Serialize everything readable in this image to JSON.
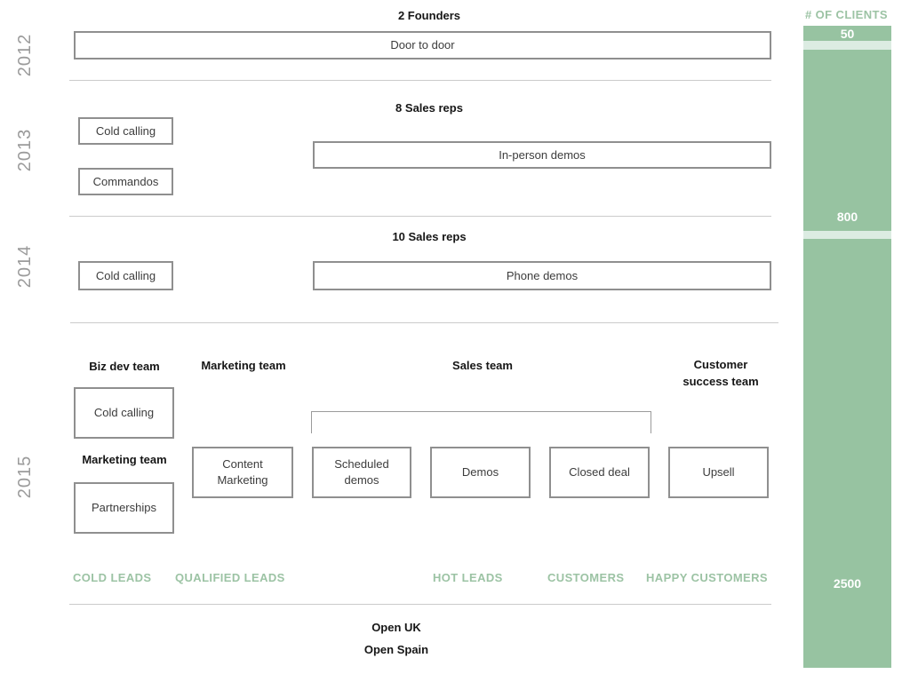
{
  "colors": {
    "bar_green": "#97c3a1",
    "bar_gap_green": "#dcece2",
    "label_green": "#9cc3a4",
    "box_border_gray": "#8f8f8f",
    "year_gray": "#9b9b9b",
    "divider_gray": "#cbcbcb"
  },
  "years": {
    "y2012": "2012",
    "y2013": "2013",
    "y2014": "2014",
    "y2015": "2015"
  },
  "sections": {
    "y2012": {
      "heading": "2 Founders",
      "boxes": {
        "door_to_door": "Door to door"
      }
    },
    "y2013": {
      "heading": "8 Sales reps",
      "boxes": {
        "cold_calling": "Cold calling",
        "commandos": "Commandos",
        "in_person_demos": "In-person demos"
      }
    },
    "y2014": {
      "heading": "10 Sales reps",
      "boxes": {
        "cold_calling": "Cold calling",
        "phone_demos": "Phone demos"
      }
    },
    "y2015": {
      "team_headings": {
        "biz_dev": "Biz dev team",
        "marketing_top": "Marketing team",
        "sales": "Sales team",
        "customer_success": "Customer success team"
      },
      "marketing_sub_heading": "Marketing team",
      "boxes": {
        "cold_calling": "Cold calling",
        "partnerships": "Partnerships",
        "content_marketing": "Content Marketing",
        "scheduled_demos": "Scheduled demos",
        "demos": "Demos",
        "closed_deal": "Closed deal",
        "upsell": "Upsell"
      }
    }
  },
  "funnel_labels": [
    "COLD LEADS",
    "QUALIFIED LEADS",
    "HOT LEADS",
    "CUSTOMERS",
    "HAPPY CUSTOMERS"
  ],
  "footer": {
    "line1": "Open UK",
    "line2": "Open Spain"
  },
  "clients_column": {
    "header": "# OF CLIENTS",
    "segments": [
      {
        "value": "50"
      },
      {
        "value": "800"
      },
      {
        "value": "2500"
      }
    ]
  }
}
